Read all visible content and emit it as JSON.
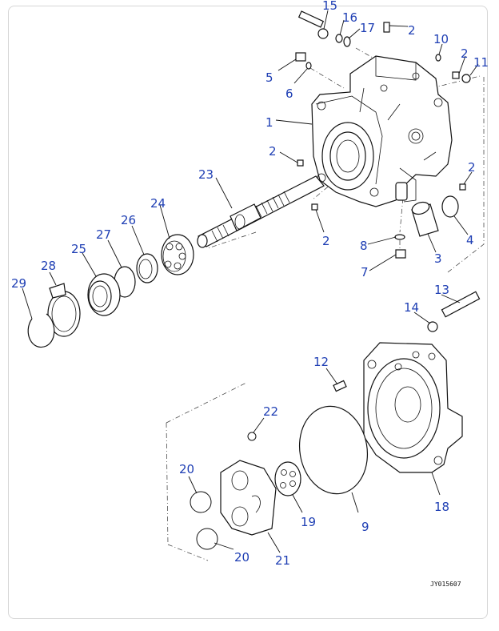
{
  "drawing": {
    "code": "JY015607",
    "callouts": [
      {
        "id": "c15",
        "text": "15"
      },
      {
        "id": "c16",
        "text": "16"
      },
      {
        "id": "c17",
        "text": "17"
      },
      {
        "id": "c2a",
        "text": "2"
      },
      {
        "id": "c10",
        "text": "10"
      },
      {
        "id": "c2b",
        "text": "2"
      },
      {
        "id": "c11",
        "text": "11"
      },
      {
        "id": "c5",
        "text": "5"
      },
      {
        "id": "c6",
        "text": "6"
      },
      {
        "id": "c1",
        "text": "1"
      },
      {
        "id": "c2c",
        "text": "2"
      },
      {
        "id": "c2d",
        "text": "2"
      },
      {
        "id": "c23",
        "text": "23"
      },
      {
        "id": "c24",
        "text": "24"
      },
      {
        "id": "c26",
        "text": "26"
      },
      {
        "id": "c27",
        "text": "27"
      },
      {
        "id": "c25",
        "text": "25"
      },
      {
        "id": "c28",
        "text": "28"
      },
      {
        "id": "c29",
        "text": "29"
      },
      {
        "id": "c2e",
        "text": "2"
      },
      {
        "id": "c8",
        "text": "8"
      },
      {
        "id": "c4",
        "text": "4"
      },
      {
        "id": "c3",
        "text": "3"
      },
      {
        "id": "c7",
        "text": "7"
      },
      {
        "id": "c13",
        "text": "13"
      },
      {
        "id": "c14",
        "text": "14"
      },
      {
        "id": "c12",
        "text": "12"
      },
      {
        "id": "c22",
        "text": "22"
      },
      {
        "id": "c9",
        "text": "9"
      },
      {
        "id": "c18",
        "text": "18"
      },
      {
        "id": "c20a",
        "text": "20"
      },
      {
        "id": "c19",
        "text": "19"
      },
      {
        "id": "c20b",
        "text": "20"
      },
      {
        "id": "c21",
        "text": "21"
      }
    ]
  }
}
